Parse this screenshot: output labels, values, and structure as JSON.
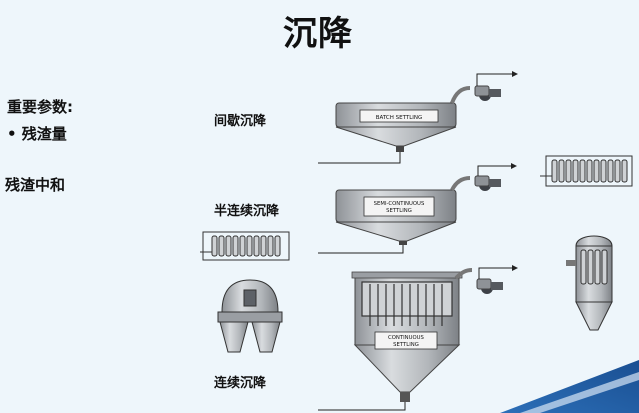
{
  "page": {
    "title": "沉降",
    "params_heading": "重要参数:",
    "params_item": "• 残渣量",
    "residue_neutralization": "残渣中和"
  },
  "processes": {
    "batch": {
      "label": "间歇沉降",
      "tank_text": "BATCH SETTLING"
    },
    "semi": {
      "label": "半连续沉降",
      "tank_text_line1": "SEMI-CONTINUOUS",
      "tank_text_line2": "SETTLING"
    },
    "continuous": {
      "label": "连续沉降",
      "tank_text_line1": "CONTINUOUS",
      "tank_text_line2": "SETTLING"
    }
  },
  "colors": {
    "background": "#eef6fb",
    "tank_metal": "#b9bdc2",
    "tank_dark": "#55595e",
    "corner_accent": "#1f5fa8"
  }
}
